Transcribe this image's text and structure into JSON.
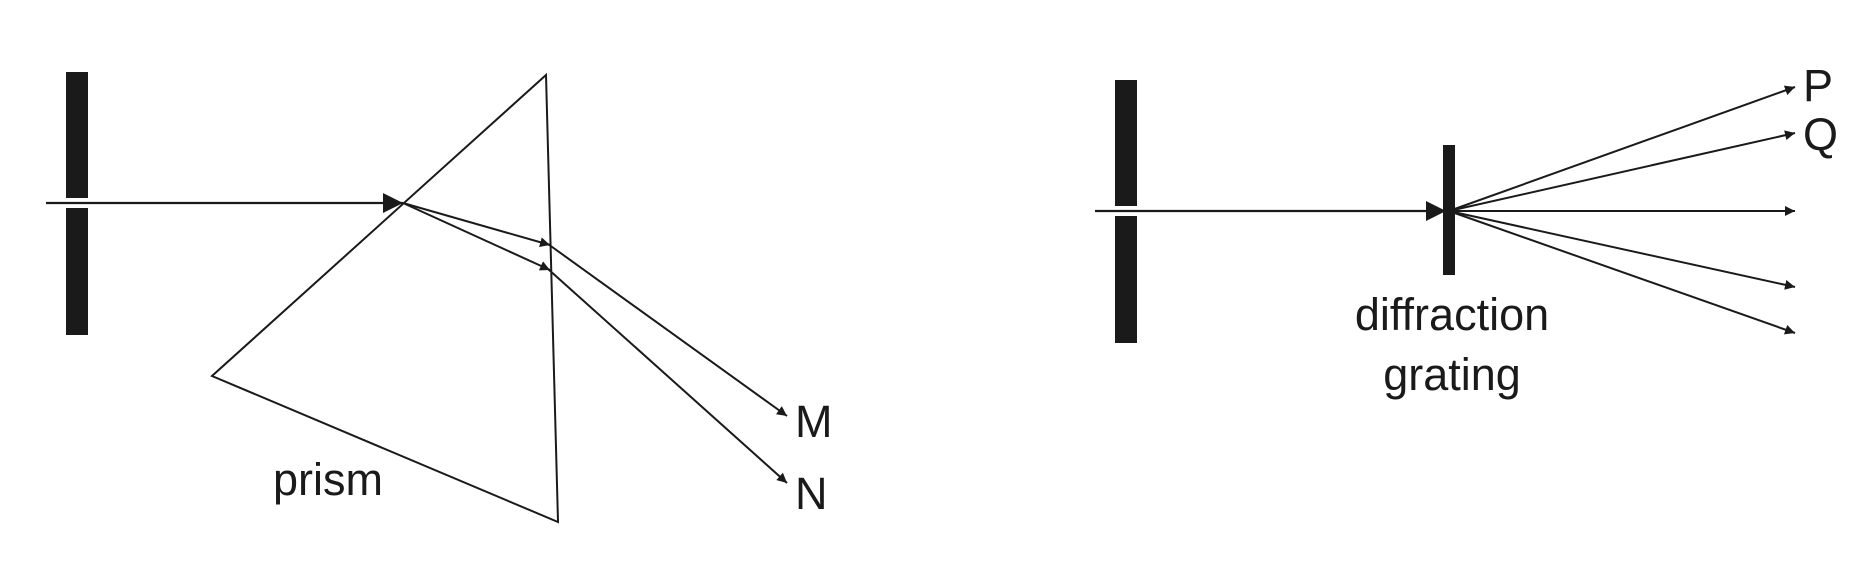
{
  "left_diagram": {
    "prism_label": "prism",
    "ray_labels": [
      "M",
      "N"
    ]
  },
  "right_diagram": {
    "grating_label_line1": "diffraction",
    "grating_label_line2": "grating",
    "ray_labels": [
      "P",
      "Q"
    ]
  },
  "colors": {
    "ink": "#1a1a1a",
    "background": "#ffffff"
  }
}
